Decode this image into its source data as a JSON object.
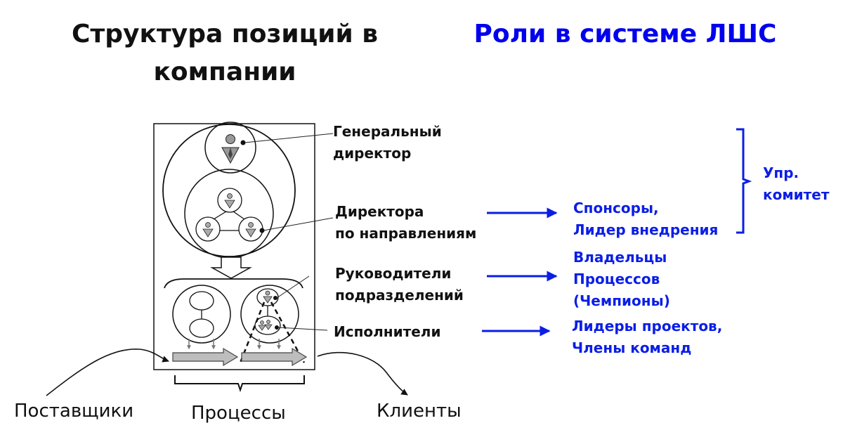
{
  "titles": {
    "left": [
      "Структура позиций в",
      "компании"
    ],
    "right": "Роли в системе ЛШС"
  },
  "positions": {
    "ceo": [
      "Генеральный",
      "директор"
    ],
    "directors": [
      "Директора",
      "по направлениям"
    ],
    "heads": [
      "Руководители",
      "подразделений"
    ],
    "executors": "Исполнители"
  },
  "roles": {
    "sponsors": [
      "Спонсоры,",
      "Лидер внедрения"
    ],
    "owners": [
      "Владельцы",
      "Процессов",
      "(Чемпионы)"
    ],
    "leaders": [
      "Лидеры проектов,",
      "Члены команд"
    ],
    "committee": [
      "Упр.",
      "комитет"
    ]
  },
  "flow": {
    "suppliers": "Поставщики",
    "processes": "Процессы",
    "clients": "Клиенты"
  },
  "colors": {
    "accent": "#0000ee",
    "role_text": "#0a1ee6",
    "arrow": "#0a1ee6",
    "outline": "#111111"
  }
}
